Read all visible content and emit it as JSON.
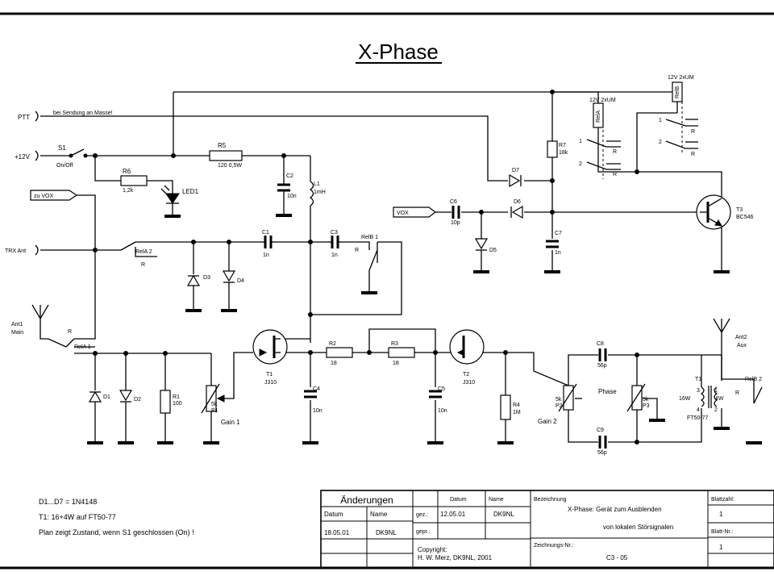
{
  "title": "X-Phase",
  "signals": {
    "ptt": "PTT",
    "ptt_note": "bei Sendung an Masse!",
    "v12": "+12V",
    "vox_in": "zu VOX",
    "trx": "TRX Ant",
    "ant1": "Ant1",
    "ant1_main": "Main",
    "vox": "VOX",
    "ant2": "Ant2",
    "ant2_aux": "Aux"
  },
  "components": {
    "s1": "S1",
    "s1_state": "On/Off",
    "r5": "R5",
    "r5_val": "120  0,5W",
    "r6": "R6",
    "r6_val": "1,2k",
    "led1": "LED1",
    "c2": "C2",
    "c2_val": "10n",
    "l1": "L1",
    "l1_val": "1mH",
    "rela2": "RelA 2",
    "r_label": "R",
    "c1": "C1",
    "c1_val": "1n",
    "c3": "C3",
    "c3_val": "1n",
    "relb1": "RelB 1",
    "d3": "D3",
    "d4": "D4",
    "rela1": "RelA 1",
    "d1": "D1",
    "d2": "D2",
    "r1": "R1",
    "r1_val": "100",
    "p1": "P1",
    "p1_val": "5k",
    "gain1": "Gain 1",
    "t1": "T1",
    "t1_type": "J310",
    "c4": "C4",
    "c4_val": "10n",
    "r2": "R2",
    "r2_val": "18",
    "r3": "R3",
    "r3_val": "18",
    "c5": "C5",
    "c5_val": "10n",
    "t2": "T2",
    "t2_type": "J310",
    "r4": "R4",
    "r4_val": "1M",
    "p2": "P2",
    "p2_val": "5k",
    "gain2": "Gain 2",
    "c8": "C8",
    "c8_val": "56p",
    "c9": "C9",
    "c9_val": "56p",
    "phase": "Phase",
    "p3": "P3",
    "p3_val": "5k",
    "tr1": "T1",
    "tr1_type": "FT50-77",
    "tr1_p": "16W",
    "tr1_s": "4W",
    "pin1": "1",
    "pin2": "2",
    "pin3": "3",
    "pin4": "4",
    "relb2": "RelB 2",
    "c6": "C6",
    "c6_val": "10p",
    "d5": "D5",
    "d6": "D6",
    "d7": "D7",
    "c7": "C7",
    "c7_val": "1n",
    "r7": "R7",
    "r7_val": "18k",
    "t3": "T3",
    "t3_type": "BC546",
    "rela_coil": "RelA",
    "rela_rating": "12V 2xUM",
    "relb_coil": "RelB",
    "relb_rating": "12V 2xUM",
    "sw1": "1",
    "sw2": "2"
  },
  "notes": {
    "line1": "D1...D7 = 1N4148",
    "line2": "T1: 16+4W auf FT50-77",
    "line3": "Plan zeigt Zustand, wenn S1 geschlossen (On) !"
  },
  "title_block": {
    "changes_header": "Änderungen",
    "col_datum": "Datum",
    "col_name": "Name",
    "change_date": "18.05.01",
    "change_name": "DK9NL",
    "gez": "gez.:",
    "gez_date": "12.05.01",
    "gez_name": "DK9NL",
    "gepr": "gepr.:",
    "copyright_label": "Copyright:",
    "copyright": "H. W. Merz, DK9NL, 2001",
    "bezeichnung_label": "Bezeichnung",
    "bezeichnung_1": "X-Phase: Gerät zum Ausblenden",
    "bezeichnung_2": "von lokalen Störsignalen",
    "zeichnungs_nr_label": "Zeichnungs-Nr.:",
    "zeichnungs_nr": "C3 - 05",
    "blattzahl_label": "Blattzahl:",
    "blattzahl": "1",
    "blatt_nr_label": "Blatt-Nr.:",
    "blatt_nr": "1"
  }
}
